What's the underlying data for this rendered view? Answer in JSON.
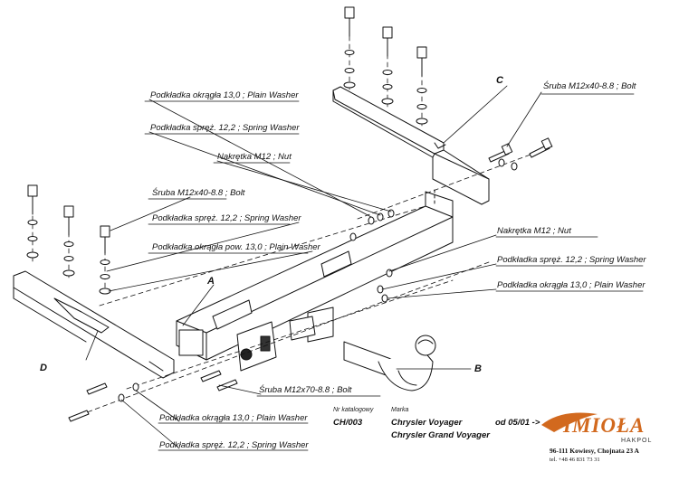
{
  "labels": {
    "plain_washer_top": "Podkładka okrągła 13,0 ; Plain Washer",
    "spring_washer_top": "Podkładka spręż. 12,2 ; Spring Washer",
    "nut_top": "Nakrętka  M12 ; Nut",
    "bolt_left": "Śruba M12x40-8.8 ;  Bolt",
    "spring_washer_left": "Podkładka spręż. 12,2 ; Spring Washer",
    "plain_washer_left": "Podkładka okrągła pow. 13,0 ; Plain Washer",
    "bolt_right": "Śruba M12x40-8.8 ;  Bolt",
    "nut_right": "Nakrętka  M12 ; Nut",
    "spring_washer_right": "Podkładka spręż. 12,2 ; Spring Washer",
    "plain_washer_right": "Podkładka okrągła 13,0 ; Plain Washer",
    "bolt_bottom": "Śruba M12x70-8.8 ;  Bolt",
    "plain_washer_bottom": "Podkładka okrągła 13,0 ; Plain Washer",
    "spring_washer_bottom": "Podkładka spręż. 12,2 ; Spring Washer"
  },
  "part_letters": {
    "a": "A",
    "b": "B",
    "c": "C",
    "d": "D"
  },
  "footer": {
    "catalog_label": "Nr katalogowy",
    "catalog_number": "CH/003",
    "make_label": "Marka",
    "model_1": "Chrysler Voyager",
    "model_2": "Chrysler Grand Voyager",
    "date": "od 05/01 ->"
  },
  "logo": {
    "name": "IMIOŁA",
    "sub": "HAKPOL",
    "address": "96-111 Kowiesy, Chojnata 23 A",
    "phone": "tel. +48 46 831 73 31"
  },
  "colors": {
    "line": "#111111",
    "logo": "#d2691e"
  }
}
